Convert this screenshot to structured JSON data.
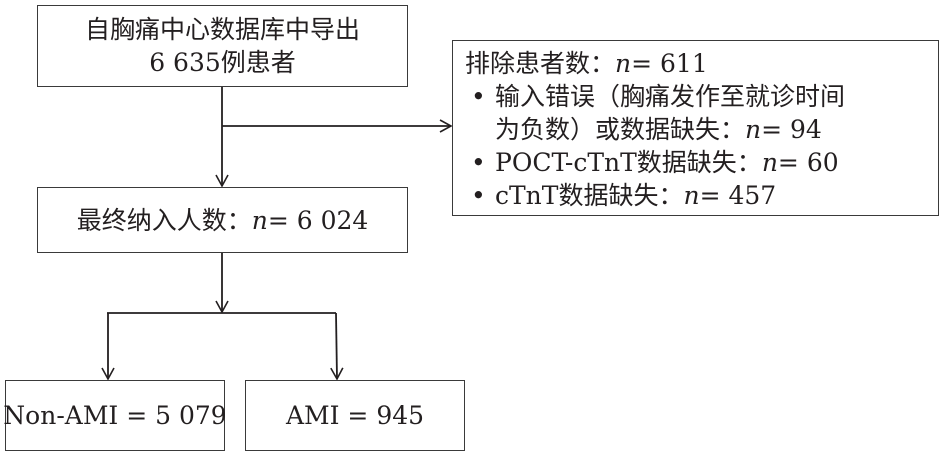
{
  "box_source": {
    "line1": "自胸痛中心数据库中导出",
    "line2": "6 635例患者"
  },
  "box_excluded": {
    "title_label": "排除患者数：",
    "title_n": "n",
    "title_value": " = 611",
    "items": [
      {
        "line1": "输入错误（胸痛发作至就诊时间",
        "line2_label": "为负数）或数据缺失：",
        "n": "n",
        "value": " = 94"
      },
      {
        "label": "POCT-cTnT数据缺失：",
        "n": "n",
        "value": " = 60"
      },
      {
        "label": "cTnT数据缺失：",
        "n": "n",
        "value": " = 457"
      }
    ],
    "bullet": "•"
  },
  "box_included": {
    "label": "最终纳入人数：",
    "n": "n",
    "value": " = 6 024"
  },
  "box_non_ami": {
    "text": "Non-AMI = 5 079"
  },
  "box_ami": {
    "text": "AMI = 945"
  }
}
